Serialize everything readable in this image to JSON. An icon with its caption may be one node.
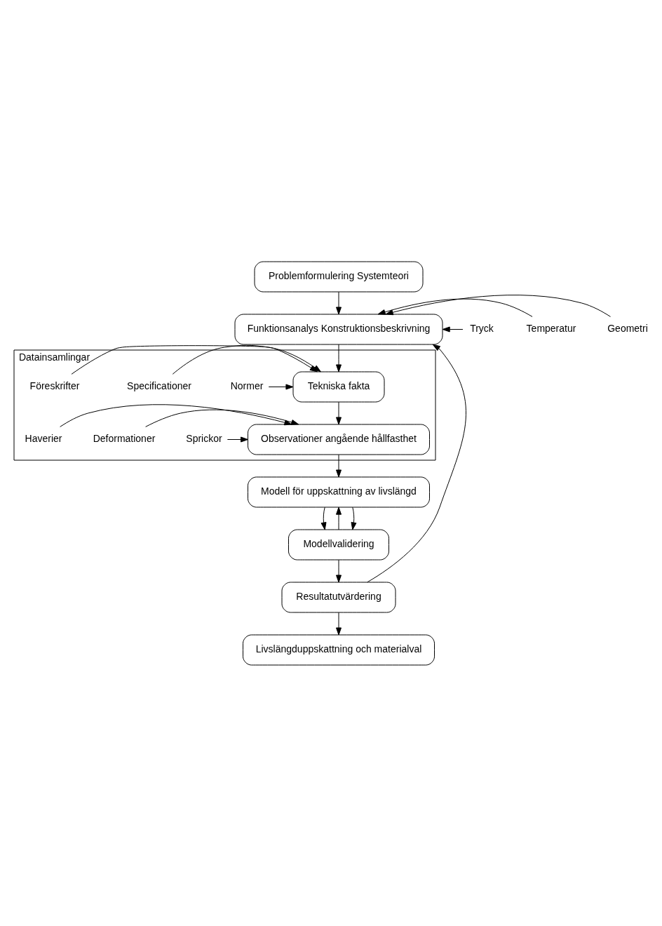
{
  "diagram": {
    "nodes": [
      {
        "text": [
          "Problemformulering Systemteori"
        ]
      },
      {
        "text": [
          "Funktionsanalys Konstruktionsbeskrivning"
        ]
      },
      {
        "text": [
          "Tryck"
        ]
      },
      {
        "text": [
          "Temperatur"
        ]
      },
      {
        "text": [
          "Geometri"
        ]
      },
      {
        "text": [
          "Datainsamlingar"
        ]
      },
      {
        "text": [
          "Tekniska fakta"
        ],
        "in": 5
      },
      {
        "text": [
          "Normer"
        ],
        "in": 5
      },
      {
        "text": [
          "Specificationer"
        ],
        "in": 5
      },
      {
        "text": [
          "Föreskrifter"
        ],
        "in": 5
      },
      {
        "text": [
          "Observationer angående hållfasthet"
        ],
        "in": 5
      },
      {
        "text": [
          "Sprickor"
        ],
        "in": 5
      },
      {
        "text": [
          "Deformationer"
        ],
        "in": 5
      },
      {
        "text": [
          "Haverier"
        ],
        "in": 5
      },
      {
        "text": [
          "Modell för uppskattning av livslängd"
        ]
      },
      {
        "text": [
          "Modellvalidering"
        ]
      },
      {
        "text": [
          "Resultatutvärdering"
        ]
      },
      {
        "text": [
          "Livslängduppskattning och materialval"
        ]
      }
    ],
    "edges": [
      {
        "from": 0,
        "to": 1,
        "arrow": "to"
      },
      {
        "from": 2,
        "to": 1,
        "arrow": "to"
      },
      {
        "from": 3,
        "to": 1,
        "arrow": "to"
      },
      {
        "from": 4,
        "to": 1,
        "arrow": "to"
      },
      {
        "from": 1,
        "to": 6,
        "arrow": "to"
      },
      {
        "from": 7,
        "to": 6,
        "arrow": "to"
      },
      {
        "from": 8,
        "to": 6,
        "arrow": "to"
      },
      {
        "from": 9,
        "to": 6,
        "arrow": "to"
      },
      {
        "from": 6,
        "to": 10,
        "arrow": "to"
      },
      {
        "from": 11,
        "to": 10,
        "arrow": "to"
      },
      {
        "from": 12,
        "to": 10,
        "arrow": "to"
      },
      {
        "from": 13,
        "to": 10,
        "arrow": "to"
      },
      {
        "from": 10,
        "to": 14,
        "arrow": "to"
      },
      {
        "from": 14,
        "to": 15,
        "arrow": "to"
      },
      {
        "from": 15,
        "to": 14,
        "arrow": "to"
      },
      {
        "from": 14,
        "to": 15,
        "arrow": "to"
      },
      {
        "from": 15,
        "to": 16,
        "arrow": "to"
      },
      {
        "from": 16,
        "to": 1,
        "arrow": "to"
      },
      {
        "from": 16,
        "to": 17,
        "arrow": "to"
      }
    ]
  }
}
